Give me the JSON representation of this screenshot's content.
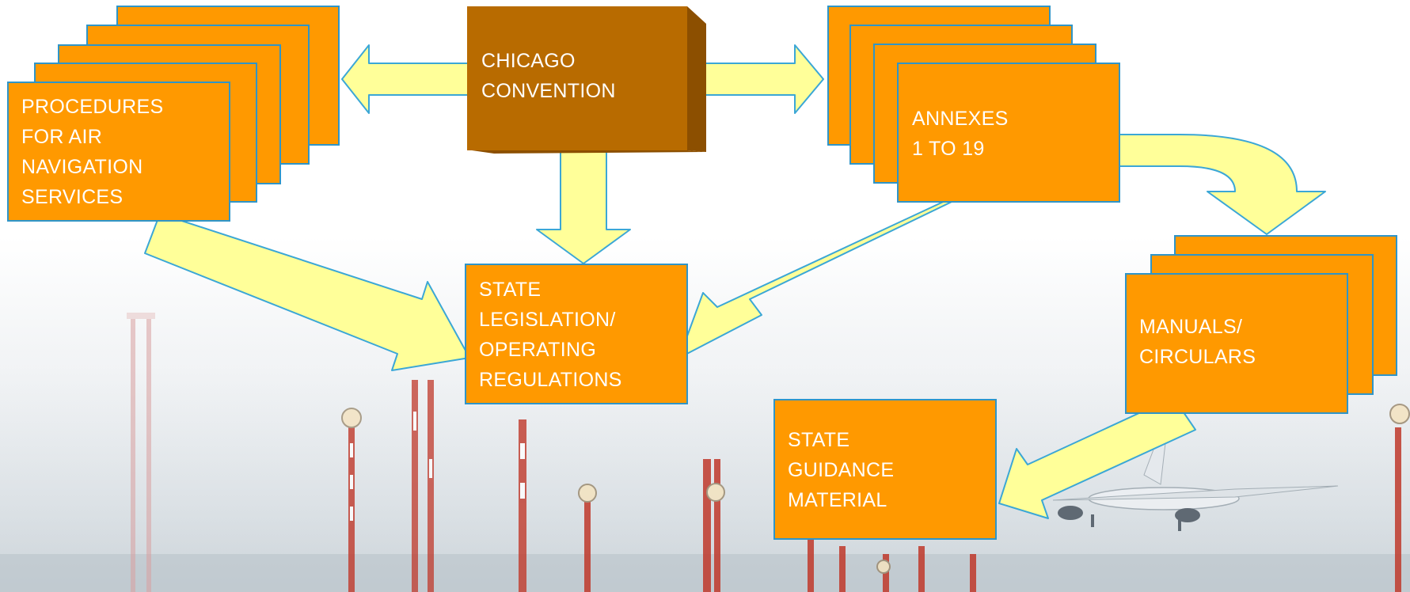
{
  "diagram": {
    "colors": {
      "box_fill": "#ff9900",
      "box_stroke": "#2f95c8",
      "central_fill": "#b86b00",
      "central_side": "#8c4f00",
      "arrow_fill": "#ffff99",
      "arrow_stroke": "#3ba7d6",
      "text": "#ffffff"
    },
    "nodes": {
      "chicago": "CHICAGO\nCONVENTION",
      "procedures": "PROCEDURES\nFOR AIR\nNAVIGATION\nSERVICES",
      "annexes": "ANNEXES\n1 TO 19",
      "state_legislation": "STATE\nLEGISLATION/\nOPERATING\nREGULATIONS",
      "manuals": "MANUALS/\nCIRCULARS",
      "state_guidance": "STATE\nGUIDANCE\nMATERIAL"
    },
    "edges": [
      {
        "from": "chicago",
        "to": "procedures"
      },
      {
        "from": "chicago",
        "to": "annexes"
      },
      {
        "from": "chicago",
        "to": "state_legislation"
      },
      {
        "from": "procedures",
        "to": "state_legislation"
      },
      {
        "from": "annexes",
        "to": "state_legislation"
      },
      {
        "from": "annexes",
        "to": "manuals"
      },
      {
        "from": "manuals",
        "to": "state_guidance"
      }
    ]
  }
}
